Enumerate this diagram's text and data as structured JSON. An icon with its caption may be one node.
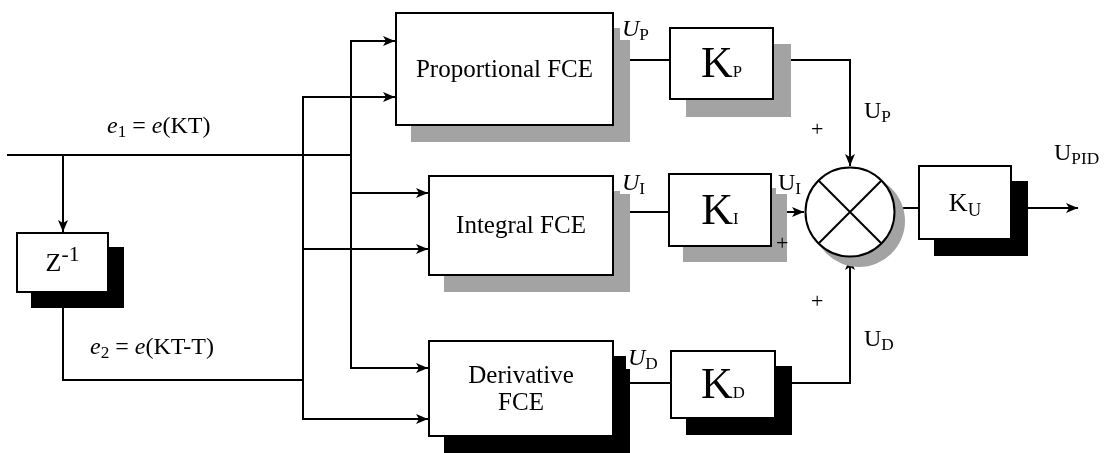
{
  "diagram": {
    "nodes": [
      {
        "text": [
          "Z$^{-1}$"
        ]
      },
      {
        "text": [
          "Proportional FCE"
        ]
      },
      {
        "text": [
          "Integral FCE"
        ]
      },
      {
        "text": [
          "Derivative FCE"
        ]
      },
      {
        "text": [
          "K$_{P}$"
        ]
      },
      {
        "text": [
          "K$_{I}$"
        ]
      },
      {
        "text": [
          "K$_{D}$"
        ]
      },
      {
        "text": [],
        "shape": "circle"
      },
      {
        "text": [
          "K$_{U}$"
        ]
      }
    ],
    "edges": [
      {
        "from": null,
        "to": 0,
        "arrow": "to"
      },
      {
        "from": null,
        "to": 1,
        "arrow": "to",
        "label": "*e*$_{1}$ = *e*(KT)"
      },
      {
        "from": null,
        "to": 2,
        "arrow": "to"
      },
      {
        "from": null,
        "to": 3,
        "arrow": "to"
      },
      {
        "from": 0,
        "to": 1,
        "arrow": "to",
        "label": "*e*$_{2}$ = *e*(KT-T)"
      },
      {
        "from": 0,
        "to": 2,
        "arrow": "to"
      },
      {
        "from": 0,
        "to": 3,
        "arrow": "to"
      },
      {
        "from": 1,
        "to": 4,
        "arrow": "none",
        "label": "*U*$_{P}$"
      },
      {
        "from": 2,
        "to": 5,
        "arrow": "none",
        "label": "*U*$_{I}$"
      },
      {
        "from": 3,
        "to": 6,
        "arrow": "none",
        "label": "*U*$_{D}$"
      },
      {
        "from": 4,
        "to": 7,
        "arrow": "to",
        "label": "U$_{P}$"
      },
      {
        "from": 5,
        "to": 7,
        "arrow": "to",
        "label": "U$_{I}$"
      },
      {
        "from": 6,
        "to": 7,
        "arrow": "to",
        "label": "U$_{D}$"
      },
      {
        "from": 7,
        "to": 8,
        "arrow": "none"
      },
      {
        "from": 8,
        "to": null,
        "arrow": "to",
        "label": "U$_{PID}$"
      }
    ],
    "labels": [
      "+",
      "+",
      "+"
    ]
  }
}
